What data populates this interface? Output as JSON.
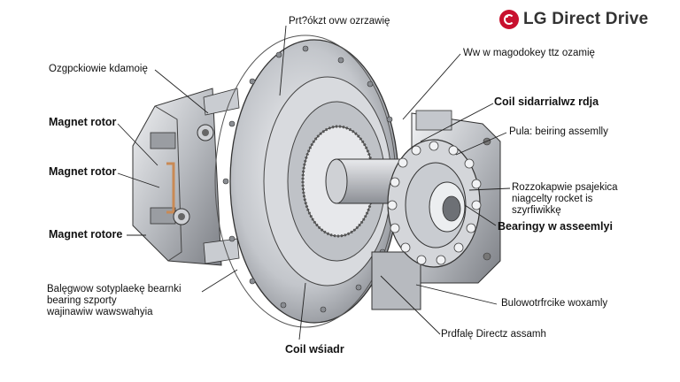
{
  "brand": {
    "logo_text": "LG Direct Drive",
    "brand_color": "#c8102e"
  },
  "labels": {
    "top_center": "Prt?ókzt ovw ozrzawię",
    "top_right": "Ww w magodokey ttz ozamię",
    "left_1": "Ozgpckiowie kdamoię",
    "left_2": "Magnet rotor",
    "left_3": "Magnet rotor",
    "left_4": "Magnet rotore",
    "left_5": "Balęgwow sotyplaekę bearnki\nbearing szporty\nwajinawiw wawswahyia",
    "right_1": "Coil sidarrialwz rdja",
    "right_2": "Pula: beiring assemlly",
    "right_3": "Rozzokapwie psajekica\nniagcelty rocket is\nszyrfiwikkę",
    "right_4": "Bearingy w asseemlyi",
    "right_5": "Bulowotrfrcike woxamly",
    "bottom_center": "Prdfalę Directz assamh",
    "bottom_left": "Coil wśiadr"
  },
  "colors": {
    "metal_dark": "#7a7d82",
    "metal_mid": "#b4b7bc",
    "metal_light": "#e4e6e9",
    "copper": "#c98a55",
    "line": "#222222"
  }
}
